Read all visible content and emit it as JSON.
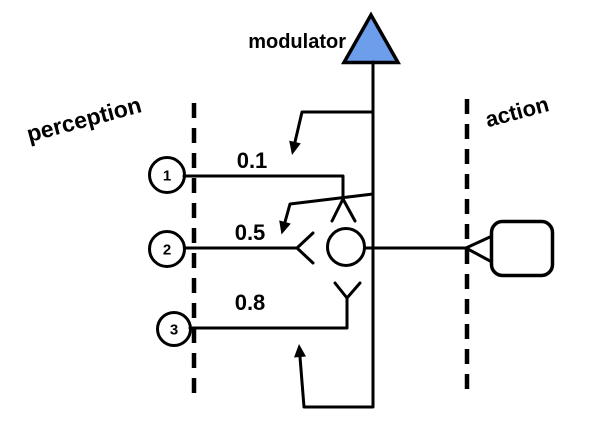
{
  "figure": {
    "labels": {
      "modulator": "modulator",
      "perception": "perception",
      "action": "action"
    },
    "inputs": [
      {
        "id": "1",
        "weight": "0.1"
      },
      {
        "id": "2",
        "weight": "0.5"
      },
      {
        "id": "3",
        "weight": "0.8"
      }
    ],
    "colors": {
      "modulator_fill": "#6d9eeb",
      "line": "#000000",
      "background": "#ffffff"
    }
  }
}
